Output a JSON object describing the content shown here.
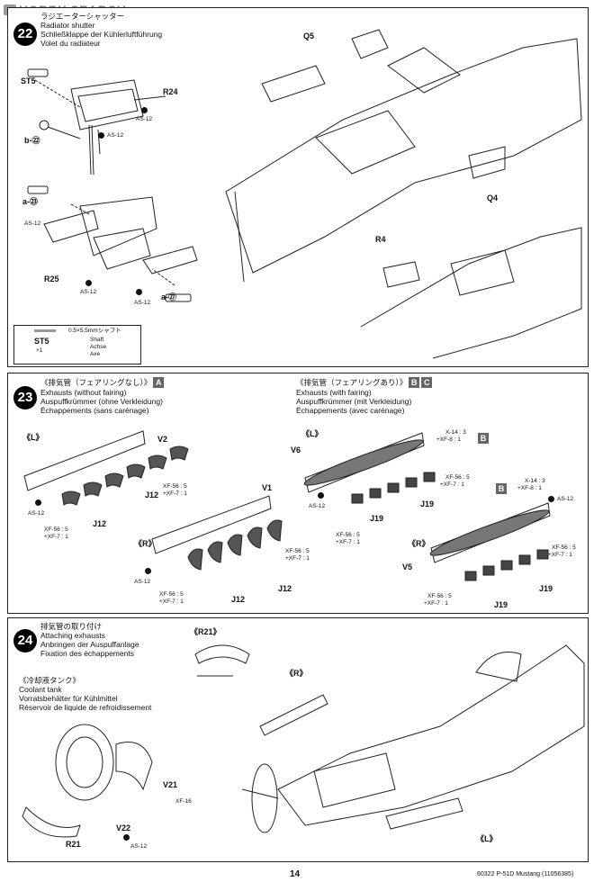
{
  "watermark": "HOBBY SEARCH",
  "steps": [
    {
      "number": "22",
      "titles": [
        "ラジエーターシャッター",
        "Radiator shutter",
        "Schließklappe der Kühlerluftführung",
        "Volet du radiateur"
      ],
      "labels": {
        "st5": "ST5",
        "r24": "R24",
        "as12_a": "AS-12",
        "b22": "b-㉒",
        "as12_b": "AS-12",
        "a23": "a-㉓",
        "as12_c": "AS-12",
        "r25": "R25",
        "as12_d": "AS-12",
        "as12_e": "AS-12",
        "a27": "a-㉗",
        "q5": "Q5",
        "q4": "Q4",
        "r4": "R4"
      },
      "legend": {
        "size": "0.5×5.5mmシャフト",
        "part": "ST5",
        "count": "×1",
        "names": [
          "Shaft",
          "Achse",
          "Axe"
        ]
      }
    },
    {
      "number": "23",
      "left_titles": [
        "《排気管（フェアリングなし）》",
        "Exhausts (without fairing)",
        "Auspuffkrümmer (ohne Verkleidung)",
        "Échappements (sans carénage)"
      ],
      "left_badge": "A",
      "right_titles": [
        "《排気管（フェアリングあり）》",
        "Exhausts (with fairing)",
        "Auspuffkrümmer (mit Verkleidung)",
        "Échappements (avec carénage)"
      ],
      "right_badges": [
        "B",
        "C"
      ],
      "labels": {
        "l_left": "《L》",
        "v2": "V2",
        "j12_a": "J12",
        "as12_a": "AS-12",
        "xf_a1": "XF-56 : 5",
        "xf_a2": "+XF-7 : 1",
        "j12_b": "J12",
        "xf_b1": "XF-56 : 5",
        "xf_b2": "+XF-7 : 1",
        "v1": "V1",
        "r_left": "《R》",
        "as12_b": "AS-12",
        "xf_c1": "XF-56 : 5",
        "xf_c2": "+XF-7 : 1",
        "j12_c": "J12",
        "j12_d": "J12",
        "xf_d1": "XF-56 : 5",
        "xf_d2": "+XF-7 : 1",
        "l_right": "《L》",
        "v6": "V6",
        "as12_c": "AS-12",
        "x14_a1": "X-14 : 3",
        "x14_a2": "+XF-8 : 1",
        "bbadge_a": "B",
        "xf_e1": "XF-56 : 5",
        "xf_e2": "+XF-7 : 1",
        "j19_a": "J19",
        "j19_b": "J19",
        "xf_f1": "XF-56 : 5",
        "xf_f2": "+XF-7 : 1",
        "x14_b1": "X-14 : 3",
        "x14_b2": "+XF-8 : 1",
        "bbadge_b": "B",
        "as12_d": "AS-12",
        "r_right": "《R》",
        "v5": "V5",
        "xf_g1": "XF-56 : 5",
        "xf_g2": "+XF-7 : 1",
        "j19_c": "J19",
        "xf_h1": "XF-56 : 5",
        "xf_h2": "+XF-7 : 1",
        "j19_d": "J19"
      }
    },
    {
      "number": "24",
      "titles": [
        "排気管の取り付け",
        "Attaching exhausts",
        "Anbringen der Auspuffanlage",
        "Fixation des échappements"
      ],
      "sub_titles": [
        "《冷却液タンク》",
        "Coolant tank",
        "Vorratsbehälter für Kühlmittel",
        "Réservoir de liquide de refroidissement"
      ],
      "labels": {
        "r21_top": "《R21》",
        "r_label": "《R》",
        "v21": "V21",
        "xf16": "XF-16",
        "v22": "V22",
        "as12": "AS-12",
        "r21": "R21",
        "l_label": "《L》"
      }
    }
  ],
  "page_number": "14",
  "footer": "60322 P-51D Mustang (11056385)"
}
